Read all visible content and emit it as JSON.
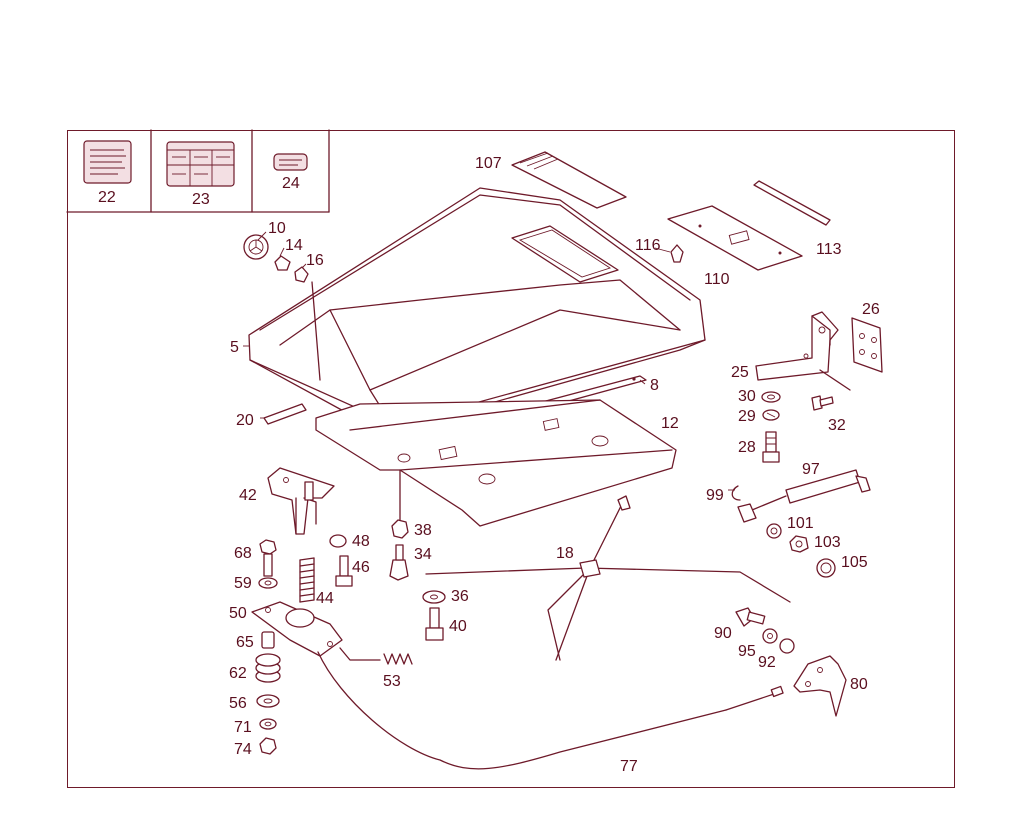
{
  "labels": {
    "p22": "22",
    "p23": "23",
    "p24": "24",
    "p107": "107",
    "p10": "10",
    "p14": "14",
    "p16": "16",
    "p116": "116",
    "p110": "110",
    "p113": "113",
    "p26": "26",
    "p5": "5",
    "p25": "25",
    "p8": "8",
    "p30": "30",
    "p29": "29",
    "p32": "32",
    "p20": "20",
    "p12": "12",
    "p28": "28",
    "p97": "97",
    "p42": "42",
    "p99": "99",
    "p101": "101",
    "p103": "103",
    "p105": "105",
    "p38": "38",
    "p34": "34",
    "p48": "48",
    "p68": "68",
    "p46": "46",
    "p18": "18",
    "p59": "59",
    "p44": "44",
    "p36": "36",
    "p50": "50",
    "p40": "40",
    "p65": "65",
    "p90": "90",
    "p95": "95",
    "p92": "92",
    "p62": "62",
    "p53": "53",
    "p80": "80",
    "p56": "56",
    "p71": "71",
    "p74": "74",
    "p77": "77"
  },
  "colors": {
    "line": "#6e1a2a",
    "text": "#5a0f1f",
    "background": "#ffffff"
  }
}
